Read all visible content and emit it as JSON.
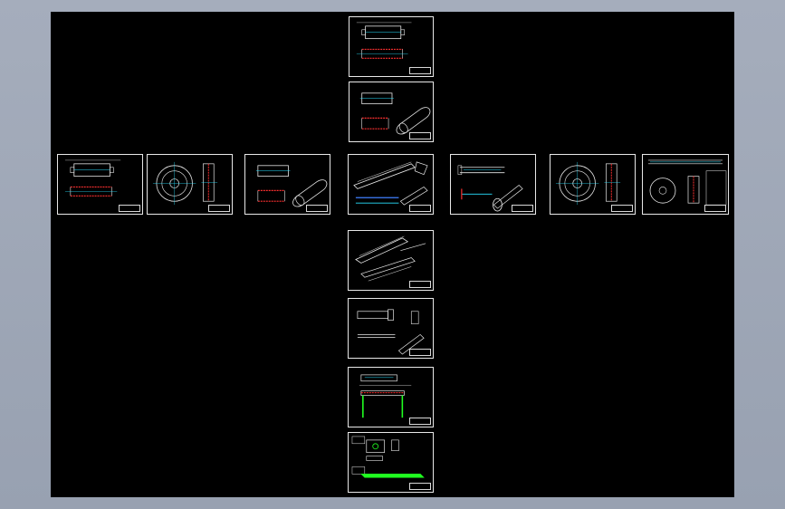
{
  "viewport": {
    "background": "#000000",
    "frame_color": "#a5adbc",
    "line_color": "#e8e8e8",
    "accent_colors": {
      "red": "#ff3030",
      "cyan": "#28e0ff",
      "green": "#20ff20",
      "blue": "#4080ff"
    }
  },
  "sheets": [
    {
      "id": "sheet-roller-top",
      "content": "roller-dims"
    },
    {
      "id": "sheet-roller-iso",
      "content": "roller-iso"
    },
    {
      "id": "sheet-left-1",
      "content": "roller-dims"
    },
    {
      "id": "sheet-left-2",
      "content": "flange"
    },
    {
      "id": "sheet-left-3",
      "content": "roller-iso"
    },
    {
      "id": "sheet-center",
      "content": "conveyor"
    },
    {
      "id": "sheet-right-1",
      "content": "shaft"
    },
    {
      "id": "sheet-right-2",
      "content": "flange"
    },
    {
      "id": "sheet-right-3",
      "content": "flange-long"
    },
    {
      "id": "sheet-bottom-1",
      "content": "frame-iso"
    },
    {
      "id": "sheet-bottom-2",
      "content": "bracket"
    },
    {
      "id": "sheet-bottom-3",
      "content": "support"
    },
    {
      "id": "sheet-bottom-4",
      "content": "base"
    }
  ]
}
